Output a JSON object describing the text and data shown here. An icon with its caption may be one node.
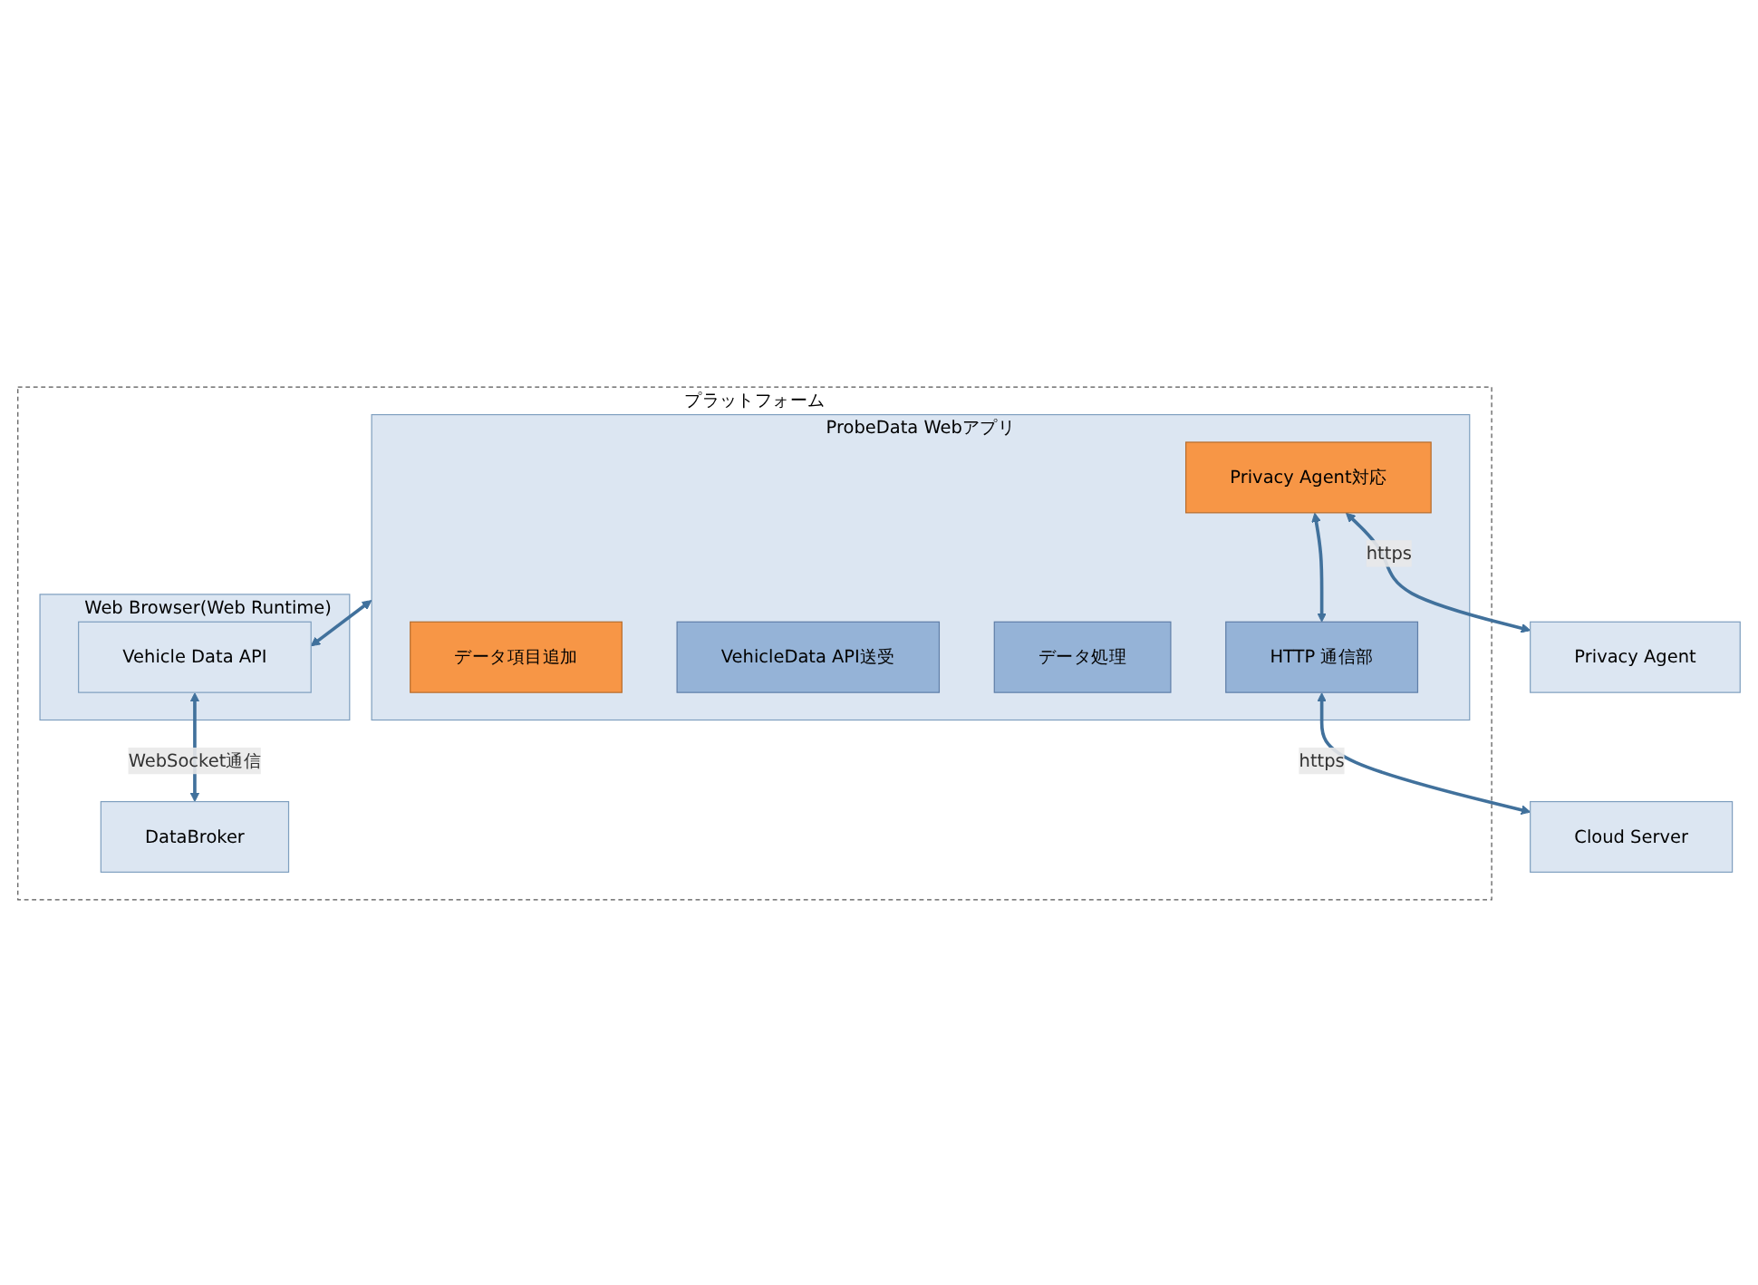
{
  "diagram": {
    "nodes": [
      {
        "text": [
          "プラットフォーム"
        ]
      },
      {
        "text": [
          "ProbeData Webアプリ"
        ],
        "in": 0
      },
      {
        "text": [
          "Privacy Agent対応"
        ],
        "in": 1
      },
      {
        "text": [
          "データ項目追加"
        ],
        "in": 1
      },
      {
        "text": [
          "VehicleData API送受"
        ],
        "in": 1
      },
      {
        "text": [
          "データ処理"
        ],
        "in": 1
      },
      {
        "text": [
          "HTTP 通信部"
        ],
        "in": 1
      },
      {
        "text": [
          "Web Browser(Web Runtime)"
        ],
        "in": 0
      },
      {
        "text": [
          "Vehicle Data API"
        ],
        "in": 7
      },
      {
        "text": [
          "DataBroker"
        ],
        "in": 0
      },
      {
        "text": [
          "Privacy Agent"
        ]
      },
      {
        "text": [
          "Cloud Server"
        ]
      }
    ],
    "edges": [
      {
        "from": 2,
        "to": 10,
        "arrow": "both",
        "label": "https"
      },
      {
        "from": 2,
        "to": 6,
        "arrow": "both"
      },
      {
        "from": 6,
        "to": 11,
        "arrow": "both",
        "label": "https"
      },
      {
        "from": 1,
        "to": 8,
        "arrow": "both"
      },
      {
        "from": 8,
        "to": 9,
        "arrow": "both",
        "label": "WebSocket通信"
      }
    ]
  }
}
